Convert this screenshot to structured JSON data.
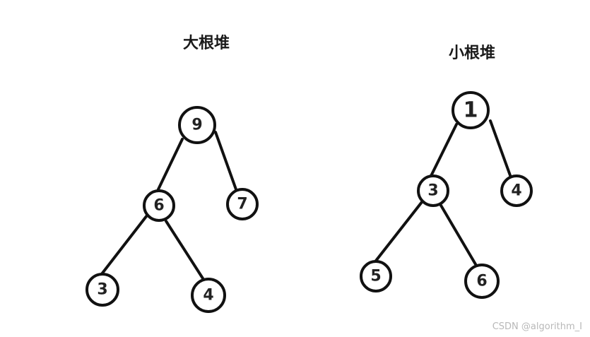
{
  "max_heap": {
    "title": "大根堆",
    "nodes": [
      "9",
      "6",
      "7",
      "3",
      "4"
    ]
  },
  "min_heap": {
    "title": "小根堆",
    "nodes": [
      "1",
      "3",
      "4",
      "5",
      "6"
    ]
  },
  "watermark": "CSDN @algorithm_I"
}
